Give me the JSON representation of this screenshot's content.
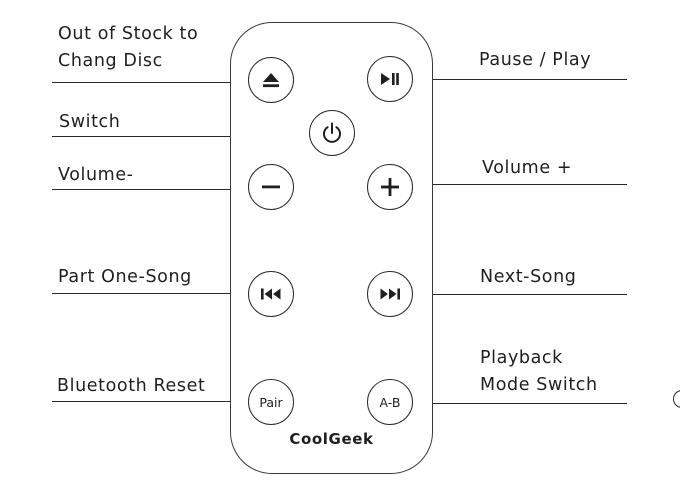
{
  "labels": {
    "eject": "Out of Stock to\nChang Disc",
    "power": "Switch",
    "volume_down": "Volume-",
    "previous": "Part One-Song",
    "pair": "Bluetooth Reset",
    "play_pause": "Pause / Play",
    "volume_up": "Volume +",
    "next": "Next-Song",
    "ab": "Playback\nMode Switch"
  },
  "buttons": {
    "pair": "Pair",
    "ab": "A-B"
  },
  "brand": "CoolGeek"
}
